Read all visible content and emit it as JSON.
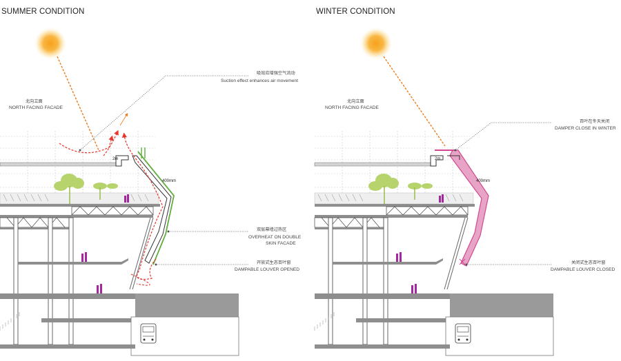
{
  "panels": {
    "summer": {
      "title": "SUMMER CONDITION",
      "north_cn": "北向立面",
      "north_en": "NORTH FACING FACADE",
      "dim_top": "2m",
      "dim_side": "400mm",
      "notes": [
        {
          "cn": "吸效应增强空气流动",
          "en": "Suction effect enhances air movement"
        },
        {
          "cn": "双层幕墙过热区",
          "en": "OVERHEAT ON DOUBLE",
          "en2": "SKIN FACADE"
        },
        {
          "cn": "开放式生态百叶窗",
          "en": "DAMPABLE LOUVER OPENED"
        }
      ]
    },
    "winter": {
      "title": "WINTER CONDITION",
      "north_cn": "北向立面",
      "north_en": "NORTH FACING FACADE",
      "dim_top": "2m",
      "dim_side": "400mm",
      "notes": [
        {
          "cn": "百叶在冬天关闭",
          "en": "DAMPER CLOSE IN WINTER"
        },
        {
          "cn": "关闭式生态百叶窗",
          "en": "DAMPABLE LOUVER CLOSED"
        }
      ]
    }
  },
  "colors": {
    "sun_core": "#f59a1c",
    "sun_glow": "#ffd27a",
    "ray": "#f07a16",
    "hot_air": "#e8342b",
    "facade_green": "#5fae3c",
    "facade_winter_fill": "#e8a4c6",
    "facade_winter_stroke": "#d2468f",
    "people": "#a3289f",
    "trees": "#b7d36c"
  }
}
